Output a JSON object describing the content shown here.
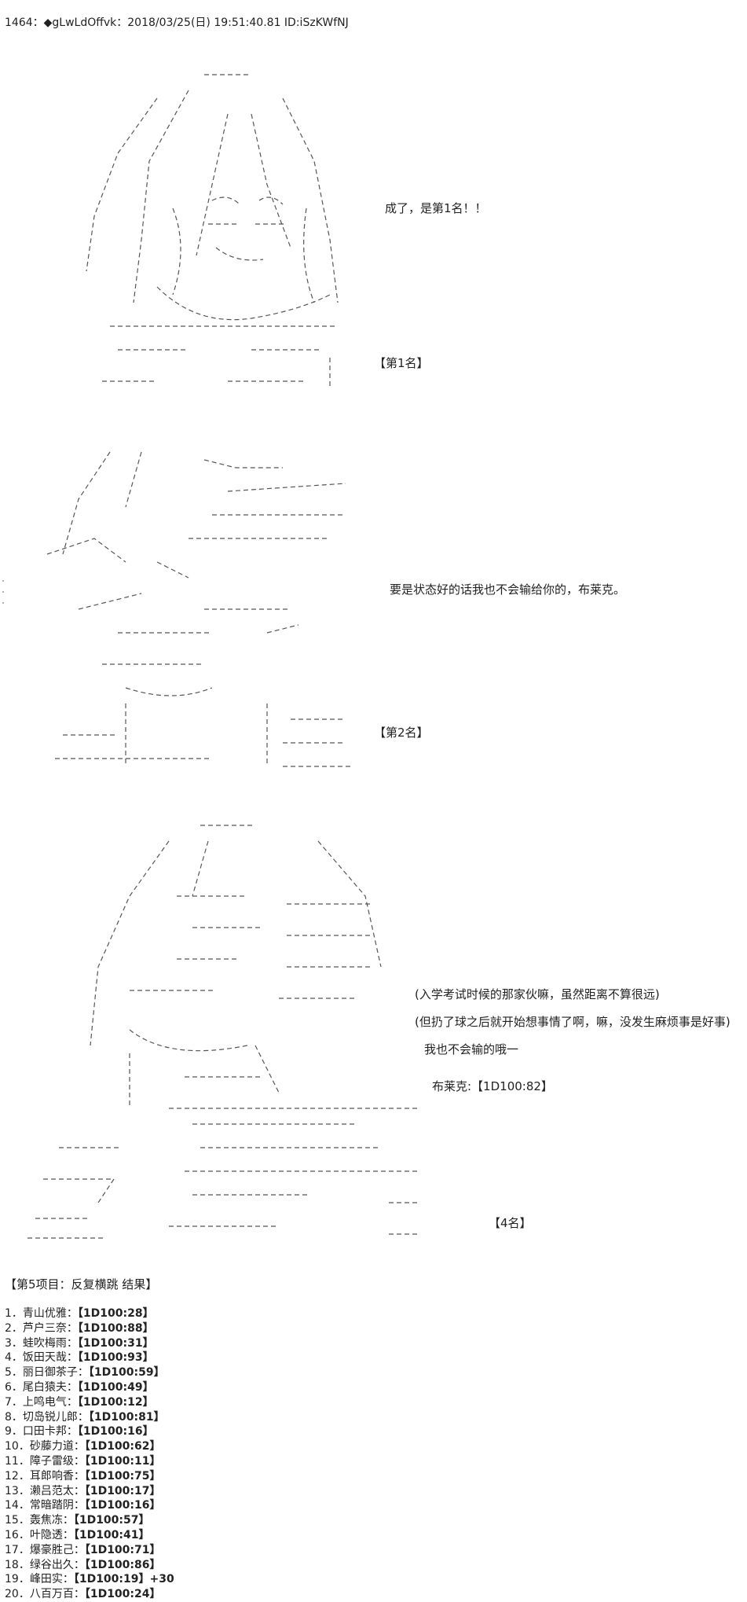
{
  "header": {
    "text": "1464：◆gLwLdOffvk：2018/03/25(日) 19:51:40.81 ID:iSzKWfNJ"
  },
  "art_1": {
    "speech": "成了，是第1名！！",
    "rank_label": "【第1名】"
  },
  "art_2": {
    "speech": "要是状态好的话我也不会输给你的，布莱克。",
    "rank_label": "【第2名】"
  },
  "art_3": {
    "speech_lines": [
      "(入学考试时候的那家伙嘛，虽然距离不算很远)",
      "(但扔了球之后就开始想事情了啊，嘛，没发生麻烦事是好事)",
      "我也不会输的哦一"
    ],
    "roll_label": "布莱克:【1D100:82】",
    "rank_label": "【4名】"
  },
  "results": {
    "title": "【第5项目：反复横跳 结果】",
    "items": [
      {
        "name": "1．青山优雅：",
        "roll": "【1D100:28】"
      },
      {
        "name": "2．芦户三奈：",
        "roll": "【1D100:88】"
      },
      {
        "name": "3．蛙吹梅雨：",
        "roll": "【1D100:31】"
      },
      {
        "name": "4．饭田天哉：",
        "roll": "【1D100:93】"
      },
      {
        "name": "5．丽日御茶子：",
        "roll": "【1D100:59】"
      },
      {
        "name": "6．尾白猿夫：",
        "roll": "【1D100:49】"
      },
      {
        "name": "7．上鸣电气：",
        "roll": "【1D100:12】"
      },
      {
        "name": "8．切岛锐儿郎：",
        "roll": "【1D100:81】"
      },
      {
        "name": "9．口田卡邦：",
        "roll": "【1D100:16】"
      },
      {
        "name": "10．砂藤力道：",
        "roll": "【1D100:62】"
      },
      {
        "name": "11．障子雷级：",
        "roll": "【1D100:11】"
      },
      {
        "name": "12．耳郎响香：",
        "roll": "【1D100:75】"
      },
      {
        "name": "13．濑吕范太：",
        "roll": "【1D100:17】"
      },
      {
        "name": "14．常暗踏阴：",
        "roll": "【1D100:16】"
      },
      {
        "name": "15．轰焦冻：",
        "roll": "【1D100:57】"
      },
      {
        "name": "16．叶隐透：",
        "roll": "【1D100:41】"
      },
      {
        "name": "17．爆豪胜己：",
        "roll": "【1D100:71】"
      },
      {
        "name": "18．绿谷出久：",
        "roll": "【1D100:86】"
      },
      {
        "name": "19．峰田实：",
        "roll": "【1D100:19】+30"
      },
      {
        "name": "20．八百万百：",
        "roll": "【1D100:24】"
      }
    ]
  }
}
